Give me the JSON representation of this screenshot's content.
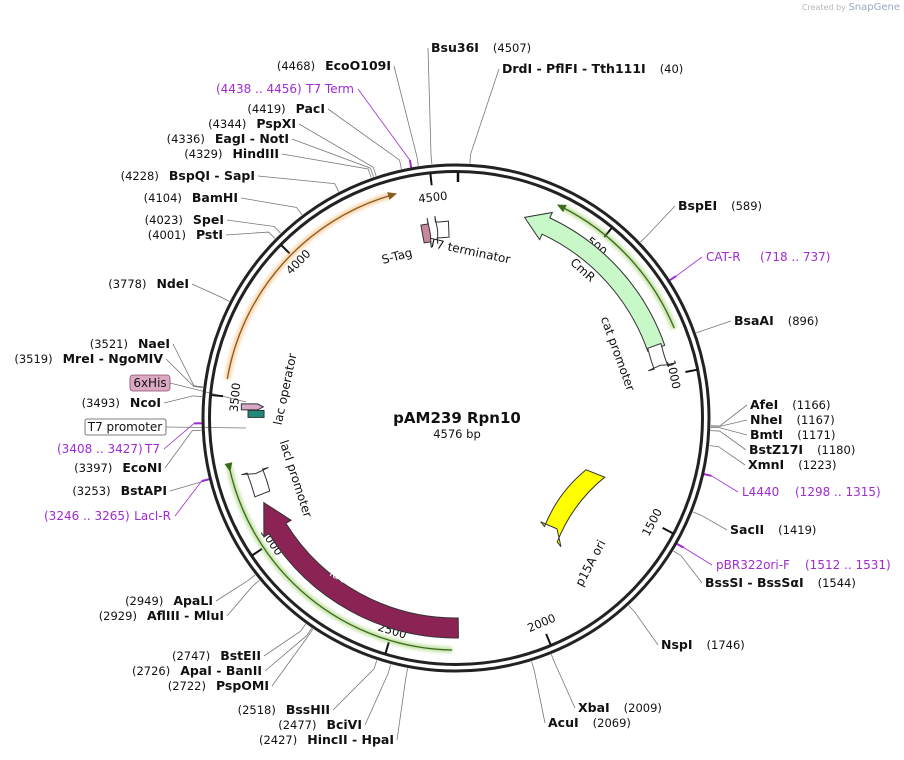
{
  "credit": {
    "prefix": "Created by",
    "brand": "SnapGene"
  },
  "plasmid": {
    "name": "pAM239 Rpn10",
    "length_label": "4576 bp",
    "length": 4576
  },
  "ticks": [
    {
      "bp": 500,
      "label": "500"
    },
    {
      "bp": 1000,
      "label": "1000"
    },
    {
      "bp": 1500,
      "label": "1500"
    },
    {
      "bp": 2000,
      "label": "2000"
    },
    {
      "bp": 2500,
      "label": "2500"
    },
    {
      "bp": 3000,
      "label": "3000"
    },
    {
      "bp": 3500,
      "label": "3500"
    },
    {
      "bp": 4000,
      "label": "4000"
    },
    {
      "bp": 4500,
      "label": "4500"
    }
  ],
  "right_sites": [
    {
      "name": "Bsu36I",
      "pos": "(4507)",
      "bp": 4507
    },
    {
      "name": "DrdI  -  PflFI  -  Tth111I",
      "pos": "(40)",
      "bp": 40
    },
    {
      "name": "BspEI",
      "pos": "(589)",
      "bp": 589
    },
    {
      "name": "BsaAI",
      "pos": "(896)",
      "bp": 896
    },
    {
      "name": "AfeI",
      "pos": "(1166)",
      "bp": 1166
    },
    {
      "name": "NheI",
      "pos": "(1167)",
      "bp": 1167
    },
    {
      "name": "BmtI",
      "pos": "(1171)",
      "bp": 1171
    },
    {
      "name": "BstZ17I",
      "pos": "(1180)",
      "bp": 1180
    },
    {
      "name": "XmnI",
      "pos": "(1223)",
      "bp": 1223
    },
    {
      "name": "SacII",
      "pos": "(1419)",
      "bp": 1419
    },
    {
      "name": "BssSI  -  BssSαI",
      "pos": "(1544)",
      "bp": 1544
    },
    {
      "name": "NspI",
      "pos": "(1746)",
      "bp": 1746
    },
    {
      "name": "XbaI",
      "pos": "(2009)",
      "bp": 2009
    },
    {
      "name": "AcuI",
      "pos": "(2069)",
      "bp": 2069
    }
  ],
  "left_sites": [
    {
      "name": "EcoO109I",
      "pos": "(4468)",
      "bp": 4468
    },
    {
      "name": "PacI",
      "pos": "(4419)",
      "bp": 4419
    },
    {
      "name": "PspXI",
      "pos": "(4344)",
      "bp": 4344
    },
    {
      "name": "EagI  -  NotI",
      "pos": "(4336)",
      "bp": 4336
    },
    {
      "name": "HindIII",
      "pos": "(4329)",
      "bp": 4329
    },
    {
      "name": "BspQI  -  SapI",
      "pos": "(4228)",
      "bp": 4228
    },
    {
      "name": "BamHI",
      "pos": "(4104)",
      "bp": 4104
    },
    {
      "name": "SpeI",
      "pos": "(4023)",
      "bp": 4023
    },
    {
      "name": "PstI",
      "pos": "(4001)",
      "bp": 4001
    },
    {
      "name": "NdeI",
      "pos": "(3778)",
      "bp": 3778
    },
    {
      "name": "NaeI",
      "pos": "(3521)",
      "bp": 3521
    },
    {
      "name": "MreI  -  NgoMIV",
      "pos": "(3519)",
      "bp": 3519
    },
    {
      "name": "NcoI",
      "pos": "(3493)",
      "bp": 3493
    },
    {
      "name": "EcoNI",
      "pos": "(3397)",
      "bp": 3397
    },
    {
      "name": "BstAPI",
      "pos": "(3253)",
      "bp": 3253
    },
    {
      "name": "ApaLI",
      "pos": "(2949)",
      "bp": 2949
    },
    {
      "name": "AflIII  -  MluI",
      "pos": "(2929)",
      "bp": 2929
    },
    {
      "name": "BstEII",
      "pos": "(2747)",
      "bp": 2747
    },
    {
      "name": "ApaI  -  BanII",
      "pos": "(2726)",
      "bp": 2726
    },
    {
      "name": "PspOMI",
      "pos": "(2722)",
      "bp": 2722
    },
    {
      "name": "BssHII",
      "pos": "(2518)",
      "bp": 2518
    },
    {
      "name": "BciVI",
      "pos": "(2477)",
      "bp": 2477
    },
    {
      "name": "HincII  -  HpaI",
      "pos": "(2427)",
      "bp": 2427
    }
  ],
  "primers": [
    {
      "name": "T7 Term",
      "range": "(4438 .. 4456)",
      "bp": 4447
    },
    {
      "name": "CAT-R",
      "range": "(718 .. 737)",
      "bp": 727
    },
    {
      "name": "L4440",
      "range": "(1298 .. 1315)",
      "bp": 1306
    },
    {
      "name": "pBR322ori-F",
      "range": "(1512 .. 1531)",
      "bp": 1521
    },
    {
      "name": "T7",
      "range": "(3408 .. 3427)",
      "bp": 3417
    },
    {
      "name": "LacI-R",
      "range": "(3246 .. 3265)",
      "bp": 3255
    }
  ],
  "boxed_labels": {
    "his": "6xHis",
    "t7promoter": "T7 promoter"
  },
  "features": [
    {
      "name": "CmR",
      "color": "#c8f7c8"
    },
    {
      "name": "lacI",
      "color": "#8b2355"
    },
    {
      "name": "p15A ori",
      "color": "#ffff00"
    },
    {
      "name": "cat promoter",
      "color": "#ffffff"
    },
    {
      "name": "lacI promoter",
      "color": "#ffffff"
    },
    {
      "name": "T7 terminator",
      "color": "#ffffff"
    },
    {
      "name": "S-Tag",
      "color": "#c9869e"
    },
    {
      "name": "lac operator",
      "color": "#1f8a7c"
    }
  ],
  "colors": {
    "primer": "#a02bd3",
    "orange_arc": "#f0a040",
    "green_arc": "#7fc040",
    "backbone": "#222222"
  }
}
